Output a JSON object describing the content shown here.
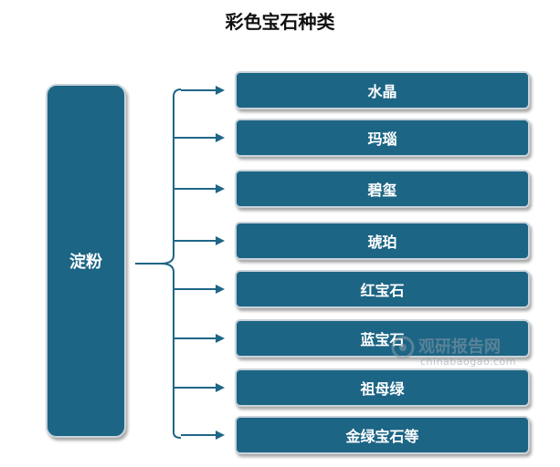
{
  "title": "彩色宝石种类",
  "root": {
    "label": "淀粉"
  },
  "items": [
    {
      "label": "水晶"
    },
    {
      "label": "玛瑙"
    },
    {
      "label": "碧玺"
    },
    {
      "label": "琥珀"
    },
    {
      "label": "红宝石"
    },
    {
      "label": "蓝宝石"
    },
    {
      "label": "祖母绿"
    },
    {
      "label": "金绿宝石等"
    }
  ],
  "watermark": {
    "cn": "观研报告网",
    "en": "chinabaogao.com"
  },
  "colors": {
    "box_fill": "#1c6585",
    "box_border": "#c9d3da",
    "connector": "#1f6687"
  }
}
